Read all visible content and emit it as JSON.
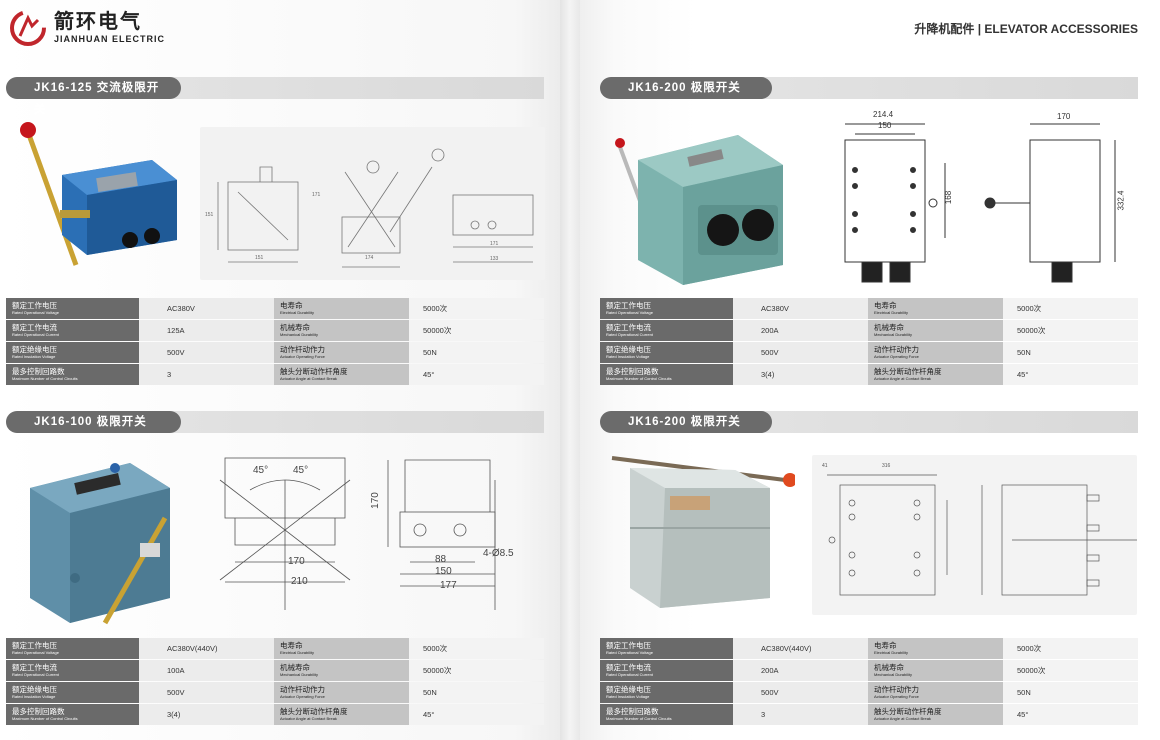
{
  "brand": {
    "name_cn": "箭环电气",
    "name_en": "JIANHUAN ELECTRIC",
    "accent": "#c0262c"
  },
  "header_right": "升降机配件 | ELEVATOR ACCESSORIES",
  "colors": {
    "banner_dark": "#6b6b6b",
    "label_dark": "#6a6a6a",
    "label_light": "#c4c4c4",
    "switch_blue": "#2b6fb5",
    "switch_teal": "#5f9e9a"
  },
  "sections": [
    {
      "title": "JK16-125 交流极限开关",
      "drawing_dims": [
        "151",
        "151",
        "171",
        "174",
        "171",
        "133"
      ],
      "specs": [
        {
          "label_cn": "额定工作电压",
          "label_en": "Rated Operational Voltage",
          "value": "AC380V",
          "label2_cn": "电寿命",
          "label2_en": "Electrical Durability",
          "value2": "5000次"
        },
        {
          "label_cn": "额定工作电流",
          "label_en": "Rated Operational Current",
          "value": "125A",
          "label2_cn": "机械寿命",
          "label2_en": "Mechanical Durability",
          "value2": "50000次"
        },
        {
          "label_cn": "额定绝缘电压",
          "label_en": "Rated Insulation Voltage",
          "value": "500V",
          "label2_cn": "动作杆动作力",
          "label2_en": "Actuator Operating Force",
          "value2": "50N"
        },
        {
          "label_cn": "最多控制回路数",
          "label_en": "Maximum Number of Control Circuits",
          "value": "3",
          "label2_cn": "触头分断动作杆角度",
          "label2_en": "Actuator Angle at Contact Break",
          "value2": "45°"
        }
      ]
    },
    {
      "title": "JK16-200 极限开关",
      "drawing_dims": [
        "214.4",
        "150",
        "168",
        "170",
        "332.4"
      ],
      "specs": [
        {
          "label_cn": "额定工作电压",
          "label_en": "Rated Operational Voltage",
          "value": "AC380V",
          "label2_cn": "电寿命",
          "label2_en": "Electrical Durability",
          "value2": "5000次"
        },
        {
          "label_cn": "额定工作电流",
          "label_en": "Rated Operational Current",
          "value": "200A",
          "label2_cn": "机械寿命",
          "label2_en": "Mechanical Durability",
          "value2": "50000次"
        },
        {
          "label_cn": "额定绝缘电压",
          "label_en": "Rated Insulation Voltage",
          "value": "500V",
          "label2_cn": "动作杆动作力",
          "label2_en": "Actuator Operating Force",
          "value2": "50N"
        },
        {
          "label_cn": "最多控制回路数",
          "label_en": "Maximum Number of Control Circuits",
          "value": "3(4)",
          "label2_cn": "触头分断动作杆角度",
          "label2_en": "Actuator Angle at Contact Break",
          "value2": "45°"
        }
      ]
    },
    {
      "title": "JK16-100 极限开关",
      "drawing_dims": [
        "45°",
        "45°",
        "170",
        "210",
        "170",
        "88",
        "150",
        "177",
        "4-Ø8.5"
      ],
      "specs": [
        {
          "label_cn": "额定工作电压",
          "label_en": "Rated Operational Voltage",
          "value": "AC380V(440V)",
          "label2_cn": "电寿命",
          "label2_en": "Electrical Durability",
          "value2": "5000次"
        },
        {
          "label_cn": "额定工作电流",
          "label_en": "Rated Operational Current",
          "value": "100A",
          "label2_cn": "机械寿命",
          "label2_en": "Mechanical Durability",
          "value2": "50000次"
        },
        {
          "label_cn": "额定绝缘电压",
          "label_en": "Rated Insulation Voltage",
          "value": "500V",
          "label2_cn": "动作杆动作力",
          "label2_en": "Actuator Operating Force",
          "value2": "50N"
        },
        {
          "label_cn": "最多控制回路数",
          "label_en": "Maximum Number of Control Circuits",
          "value": "3(4)",
          "label2_cn": "触头分断动作杆角度",
          "label2_en": "Actuator Angle at Contact Break",
          "value2": "45°"
        }
      ]
    },
    {
      "title": "JK16-200 极限开关",
      "drawing_dims": [
        "41",
        "316"
      ],
      "specs": [
        {
          "label_cn": "额定工作电压",
          "label_en": "Rated Operational Voltage",
          "value": "AC380V(440V)",
          "label2_cn": "电寿命",
          "label2_en": "Electrical Durability",
          "value2": "5000次"
        },
        {
          "label_cn": "额定工作电流",
          "label_en": "Rated Operational Current",
          "value": "200A",
          "label2_cn": "机械寿命",
          "label2_en": "Mechanical Durability",
          "value2": "50000次"
        },
        {
          "label_cn": "额定绝缘电压",
          "label_en": "Rated Insulation Voltage",
          "value": "500V",
          "label2_cn": "动作杆动作力",
          "label2_en": "Actuator Operating Force",
          "value2": "50N"
        },
        {
          "label_cn": "最多控制回路数",
          "label_en": "Maximum Number of Control Circuits",
          "value": "3",
          "label2_cn": "触头分断动作杆角度",
          "label2_en": "Actuator Angle at Contact Break",
          "value2": "45°"
        }
      ]
    }
  ]
}
